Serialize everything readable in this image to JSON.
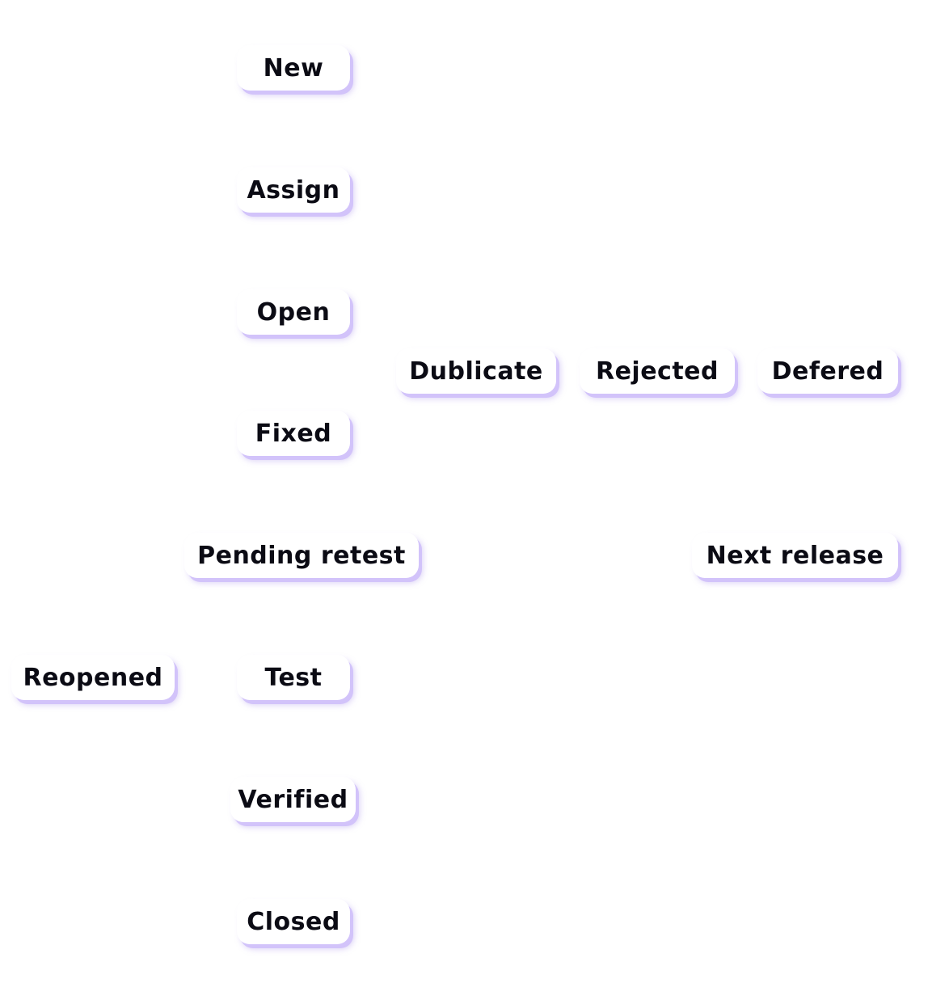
{
  "diagram": {
    "states": {
      "new": "New",
      "assign": "Assign",
      "open": "Open",
      "dublicate": "Dublicate",
      "rejected": "Rejected",
      "defered": "Defered",
      "fixed": "Fixed",
      "pending_retest": "Pending retest",
      "next_release": "Next release",
      "reopened": "Reopened",
      "test": "Test",
      "verified": "Verified",
      "closed": "Closed"
    },
    "colors": {
      "background": "#ffffff",
      "node_fill": "#ffffff",
      "node_shadow": "#d2c3fa",
      "text": "#0b0b14"
    }
  }
}
